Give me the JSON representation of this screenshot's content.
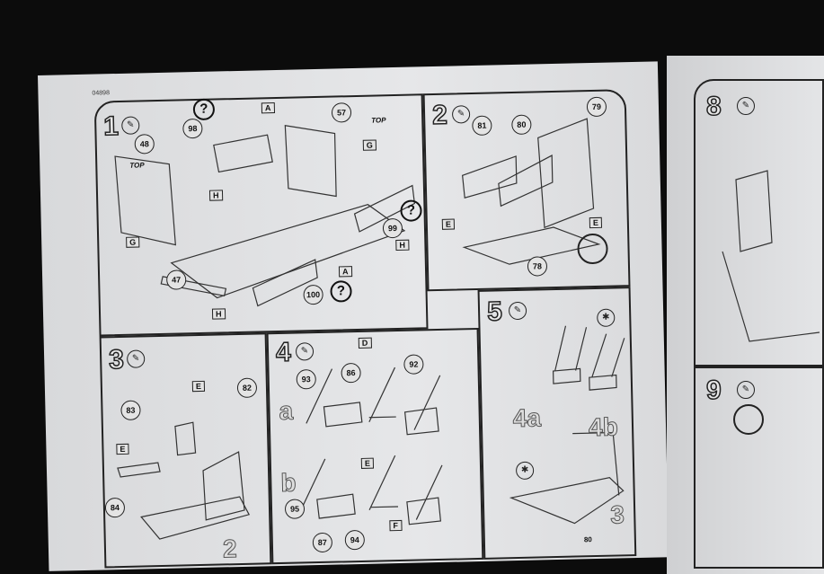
{
  "header": {
    "code": "04898"
  },
  "glue_icon": "glue-tube-icon",
  "steps": [
    {
      "number": "1",
      "parts": [
        "48",
        "98",
        "57",
        "99",
        "47",
        "100"
      ],
      "flags": [
        "A",
        "G",
        "H",
        "G",
        "H",
        "A",
        "H"
      ],
      "notes": [
        "TOP",
        "TOP"
      ],
      "question": "?"
    },
    {
      "number": "2",
      "parts": [
        "81",
        "80",
        "79",
        "78"
      ],
      "flags": [
        "E",
        "E"
      ]
    },
    {
      "number": "3",
      "parts": [
        "83",
        "82",
        "84"
      ],
      "flags": [
        "E",
        "E"
      ],
      "ref": "2"
    },
    {
      "number": "4",
      "parts": [
        "93",
        "86",
        "92",
        "95",
        "87",
        "94"
      ],
      "flags": [
        "D",
        "E",
        "F"
      ],
      "sub": [
        "a",
        "b"
      ]
    },
    {
      "number": "5",
      "sub": [
        "4a",
        "4b"
      ],
      "ref": "3",
      "part": "80"
    },
    {
      "number": "8"
    },
    {
      "number": "9"
    }
  ]
}
